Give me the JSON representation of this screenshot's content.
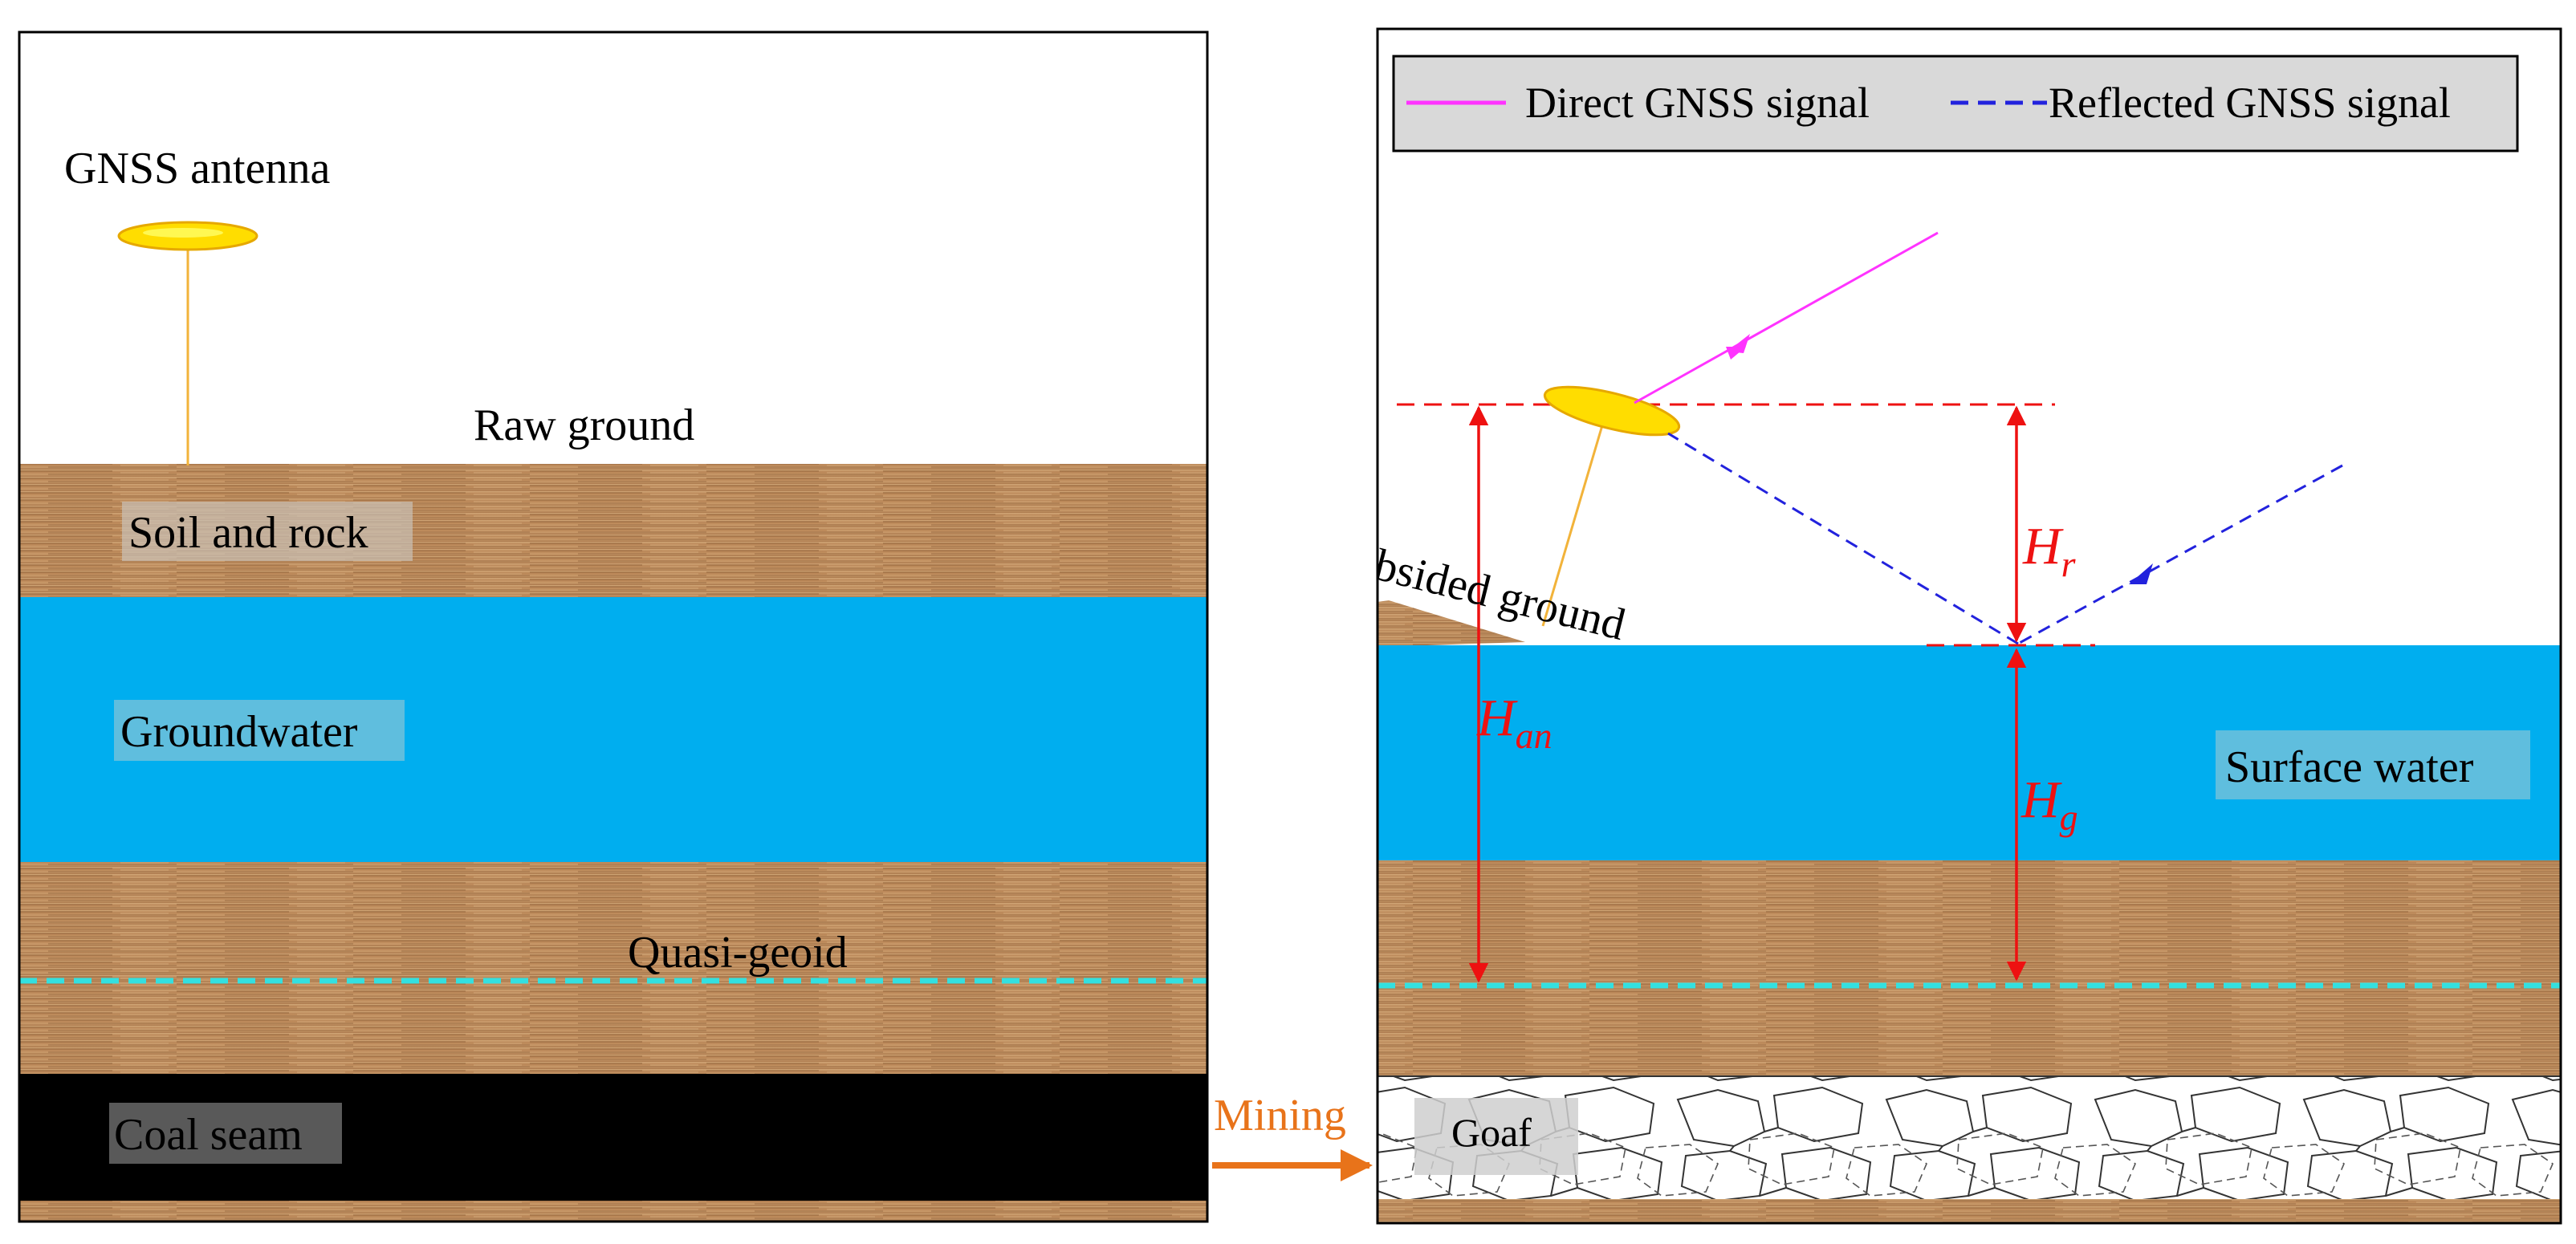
{
  "left_panel": {
    "antenna_label": "GNSS antenna",
    "raw_ground_label": "Raw ground",
    "soil_label": "Soil and rock",
    "groundwater_label": "Groundwater",
    "quasi_geoid_label": "Quasi-geoid",
    "coal_label": "Coal seam"
  },
  "transition": {
    "mining_label": "Mining"
  },
  "right_panel": {
    "legend": {
      "direct_label": "Direct GNSS signal",
      "reflected_label": "Reflected GNSS signal"
    },
    "subsided_ground_label": "Subsided ground",
    "surface_water_label": "Surface water",
    "goaf_label": "Goaf",
    "hr_main": "H",
    "hr_sub": "r",
    "han_main": "H",
    "han_sub": "an",
    "hg_main": "H",
    "hg_sub": "g"
  },
  "colors": {
    "water": "#00aeef",
    "wood_light": "#c99a6a",
    "wood_mid": "#a8764a",
    "coal": "#000000",
    "antenna": "#ffee00",
    "direct_signal": "#ff33ff",
    "reflected_signal": "#2222dd",
    "dimension": "#ee1111",
    "quasi_geoid": "#33e0e0",
    "mining_arrow": "#e8731a"
  }
}
